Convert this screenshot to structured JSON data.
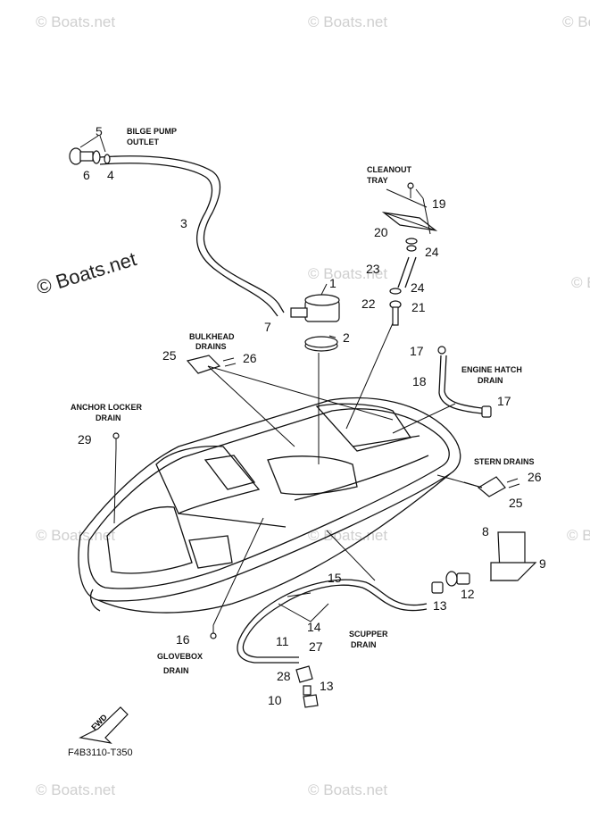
{
  "diagram": {
    "drawing_code": "F4B3110-T350",
    "fwd_label": "FWD",
    "callouts": {
      "bilge_pump_outlet": [
        "BILGE PUMP",
        "OUTLET"
      ],
      "cleanout_tray": [
        "CLEANOUT",
        "TRAY"
      ],
      "bulkhead_drains": [
        "BULKHEAD",
        "DRAINS"
      ],
      "engine_hatch_drain": [
        "ENGINE HATCH",
        "DRAIN"
      ],
      "anchor_locker_drain": [
        "ANCHOR LOCKER",
        "DRAIN"
      ],
      "stern_drains": "STERN DRAINS",
      "scupper_drain": [
        "SCUPPER",
        "DRAIN"
      ],
      "glovebox_drain": [
        "GLOVEBOX",
        "DRAIN"
      ]
    },
    "part_numbers": [
      "1",
      "2",
      "3",
      "4",
      "5",
      "6",
      "7",
      "8",
      "9",
      "10",
      "11",
      "12",
      "13",
      "13",
      "14",
      "15",
      "16",
      "17",
      "17",
      "18",
      "19",
      "20",
      "21",
      "22",
      "23",
      "24",
      "24",
      "25",
      "25",
      "26",
      "26",
      "27",
      "28",
      "29"
    ]
  },
  "watermarks": {
    "main": "© Boats.net",
    "faint": "© Boats.net"
  }
}
